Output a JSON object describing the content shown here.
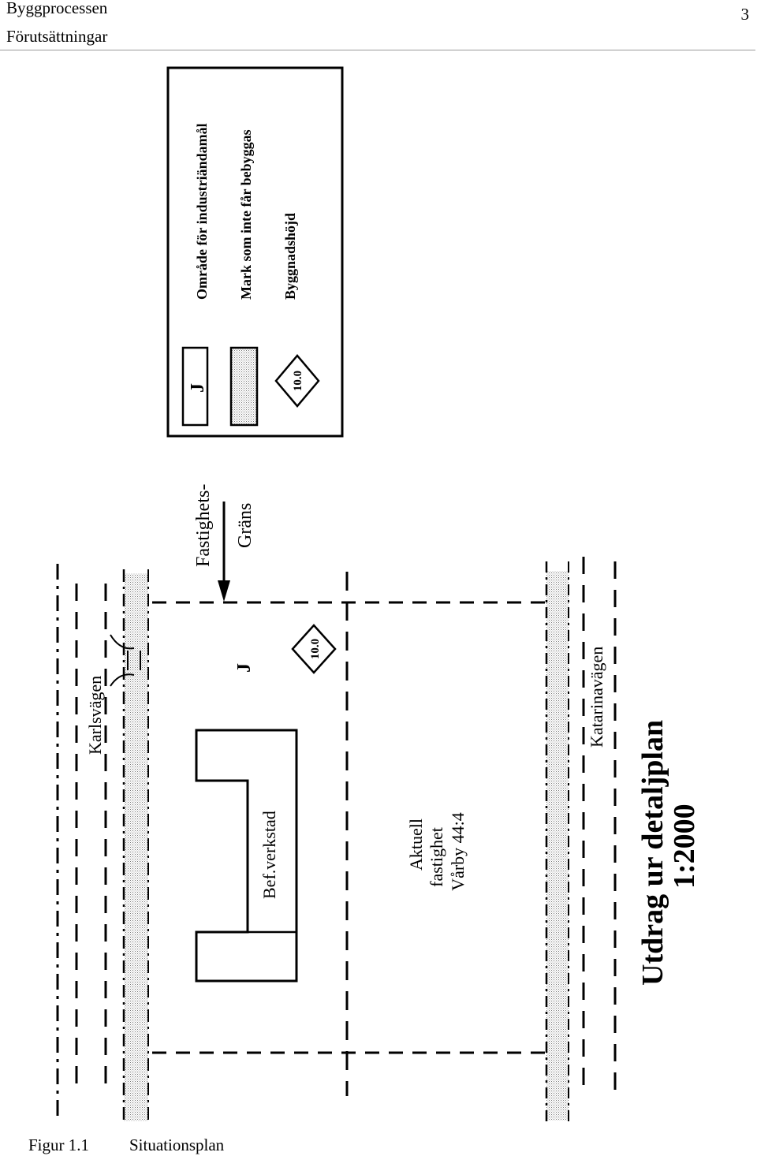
{
  "header": {
    "title": "Byggprocessen",
    "subtitle": "Förutsättningar",
    "page_number": "3"
  },
  "legend": {
    "items": [
      {
        "symbol": "J",
        "label": "Område för industriändamål"
      },
      {
        "symbol": "",
        "label": "Mark som inte får bebyggas"
      },
      {
        "symbol": "10.0",
        "label": "Byggnadshöjd"
      }
    ]
  },
  "map": {
    "property_boundary_label_line1": "Fastighets-",
    "property_boundary_label_line2": "Gräns",
    "road_top": "Karlsvägen",
    "road_bottom": "Katarinavägen",
    "zone_code": "J",
    "height_value": "10.0",
    "building_label": "Bef.verkstad",
    "property_line1": "Aktuell",
    "property_line2": "fastighet",
    "property_line3": "Vårby 44:4",
    "plan_title": "Utdrag ur detaljplan",
    "plan_scale": "1:2000"
  },
  "caption": {
    "number": "Figur 1.1",
    "title": "Situationsplan"
  }
}
